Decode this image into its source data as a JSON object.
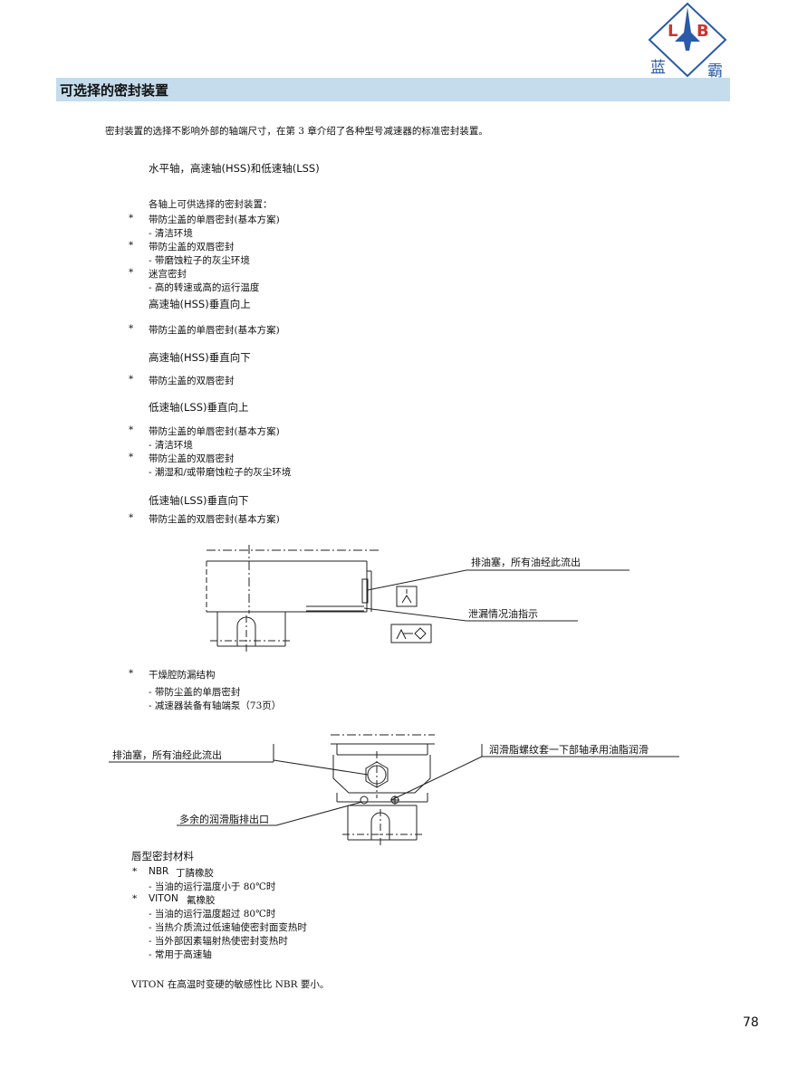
{
  "logo": {
    "letter_left": "L",
    "letter_right": "B",
    "char_left": "蓝",
    "char_right": "霸",
    "color": "#2a5aa8",
    "accent": "#d0342c"
  },
  "banner": {
    "title": "可选择的密封装置",
    "color": "#c4dcec"
  },
  "intro": "密封装置的选择不影响外部的轴端尺寸，在第 3 章介绍了各种型号减速器的标准密封装置。",
  "sections": {
    "horizontal": {
      "heading": "水平轴，高速轴(HSS)和低速轴(LSS)",
      "lead": "各轴上可供选择的密封装置：",
      "items": [
        {
          "bullet": "*",
          "text": "带防尘盖的单唇密封(基本方案)",
          "sub": "- 清洁环境"
        },
        {
          "bullet": "*",
          "text": "带防尘盖的双唇密封",
          "sub": "- 带磨蚀粒子的灰尘环境"
        },
        {
          "bullet": "*",
          "text": "迷宫密封",
          "sub": "- 高的转速或高的运行温度"
        }
      ]
    },
    "hss_up": {
      "heading": "高速轴(HSS)垂直向上",
      "items": [
        {
          "bullet": "*",
          "text": "带防尘盖的单唇密封(基本方案)"
        }
      ]
    },
    "hss_down": {
      "heading": "高速轴(HSS)垂直向下",
      "items": [
        {
          "bullet": "*",
          "text": "带防尘盖的双唇密封"
        }
      ]
    },
    "lss_up": {
      "heading": "低速轴(LSS)垂直向上",
      "items": [
        {
          "bullet": "*",
          "text": "带防尘盖的单唇密封(基本方案)",
          "sub": "- 清洁环境"
        },
        {
          "bullet": "*",
          "text": "带防尘盖的双唇密封",
          "sub": "- 潮湿和/或带磨蚀粒子的灰尘环境"
        }
      ]
    },
    "lss_down": {
      "heading": "低速轴(LSS)垂直向下",
      "items": [
        {
          "bullet": "*",
          "text": "带防尘盖的双唇密封(基本方案)"
        }
      ]
    }
  },
  "diagram1": {
    "label_drain": "排油塞，所有油经此流出",
    "label_leak": "泄漏情况油指示"
  },
  "drywell": {
    "bullet": "*",
    "text": "干燥腔防漏结构",
    "subs": [
      "- 带防尘盖的单唇密封",
      "- 减速器装备有轴端泵（73页）"
    ]
  },
  "diagram2": {
    "label_drain": "排油塞，所有油经此流出",
    "label_grease": "润滑脂螺纹套一下部轴承用油脂润滑",
    "label_excess": "多余的润滑脂排出口"
  },
  "lip_material": {
    "heading": "唇型密封材料",
    "items": [
      {
        "bullet": "*",
        "name": "NBR",
        "text": "丁腈橡胶",
        "subs": [
          "- 当油的运行温度小于 80℃时"
        ]
      },
      {
        "bullet": "*",
        "name": "VITON",
        "text": "氟橡胶",
        "subs": [
          "- 当油的运行温度超过 80℃时",
          "- 当热介质流过低速轴使密封面变热时",
          "- 当外部因素辐射热使密封变热时",
          "- 常用于高速轴"
        ]
      }
    ],
    "note": "VITON 在高温时变硬的敏感性比 NBR 要小。"
  },
  "page_number": "78"
}
